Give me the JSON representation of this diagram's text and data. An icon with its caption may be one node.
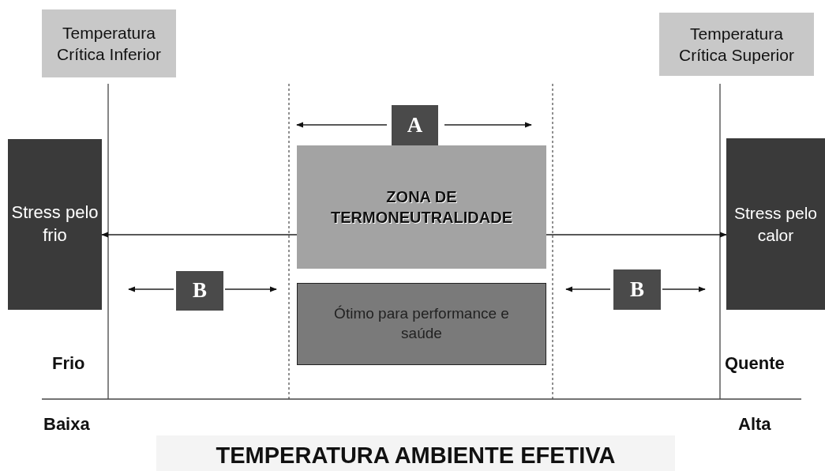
{
  "diagram": {
    "title": "TEMPERATURA AMBIENTE EFETIVA",
    "nodes": [
      {
        "text": [
          "Temperatura Crítica Inferior"
        ]
      },
      {
        "text": [
          "Temperatura Crítica Superior"
        ]
      },
      {
        "text": [
          "Stress pelo frio"
        ]
      },
      {
        "text": [
          "A"
        ]
      },
      {
        "text": [
          "ZONA DE TERMONEUTRALIDADE"
        ]
      },
      {
        "text": [
          "Ótimo para performance e saúde"
        ]
      },
      {
        "text": [
          "Stress pelo calor"
        ]
      },
      {
        "text": [
          "B"
        ]
      },
      {
        "text": [
          "B"
        ]
      }
    ],
    "edges": [
      {
        "from": 4,
        "to": 2,
        "arrow": "to"
      },
      {
        "from": 4,
        "to": 6,
        "arrow": "to"
      }
    ],
    "labels": [
      "Frio",
      "Quente",
      "Baixa",
      "Alta"
    ]
  }
}
